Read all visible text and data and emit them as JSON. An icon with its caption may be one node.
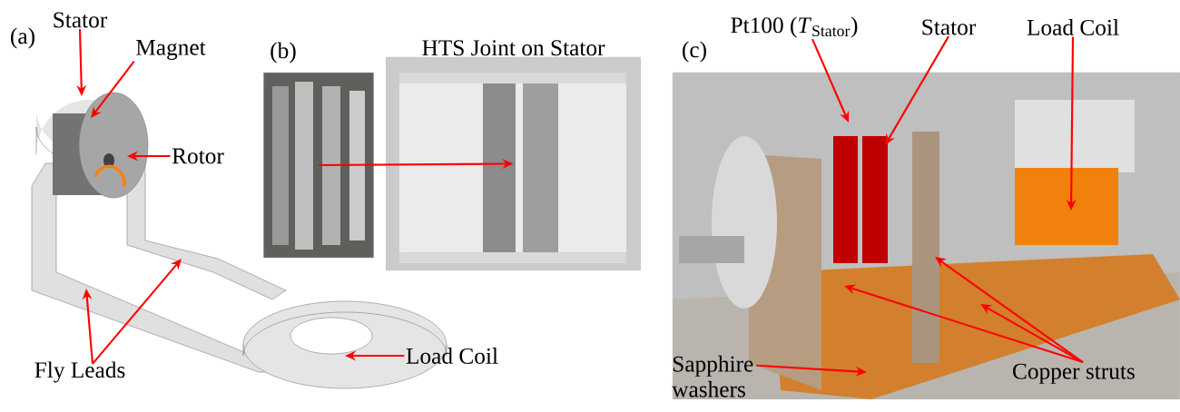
{
  "diagram": {
    "nodes": [
      {
        "text": [
          "Stator"
        ]
      },
      {
        "text": [
          "Magnet"
        ]
      },
      {
        "text": [
          "Rotor"
        ]
      },
      {
        "text": [
          "Fly Leads"
        ]
      },
      {
        "text": [
          "Load Coil"
        ]
      },
      {
        "text": [],
        "shape": "picture"
      },
      {
        "text": [
          "HTS Joint on Stator"
        ]
      },
      {
        "text": [],
        "shape": "picture"
      },
      {
        "text": [
          "Pt100 (*T*$_{Stator}$)"
        ]
      },
      {
        "text": [
          "Stator"
        ]
      },
      {
        "text": [
          "Load Coil"
        ]
      },
      {
        "text": [
          "Sapphire washers"
        ],
        "in": 7
      },
      {
        "text": [
          "Copper struts"
        ],
        "in": 7
      }
    ],
    "edges": [
      {
        "from": 0,
        "to": null,
        "arrow": "to"
      },
      {
        "from": 1,
        "to": null,
        "arrow": "to"
      },
      {
        "from": 2,
        "to": null,
        "arrow": "to"
      },
      {
        "from": 3,
        "to": null,
        "arrow": "to"
      },
      {
        "from": 3,
        "to": null,
        "arrow": "to"
      },
      {
        "from": 4,
        "to": null,
        "arrow": "to"
      },
      {
        "from": 5,
        "to": 6,
        "arrow": "to"
      },
      {
        "from": 8,
        "to": null,
        "arrow": "to"
      },
      {
        "from": 9,
        "to": null,
        "arrow": "to"
      },
      {
        "from": 10,
        "to": null,
        "arrow": "to"
      },
      {
        "from": 11,
        "to": null,
        "arrow": "to"
      },
      {
        "from": 12,
        "to": null,
        "arrow": "to"
      },
      {
        "from": 12,
        "to": null,
        "arrow": "to"
      },
      {
        "from": 12,
        "to": null,
        "arrow": "to"
      }
    ],
    "labels": [
      "(a)",
      "(b)",
      "(c)"
    ]
  }
}
